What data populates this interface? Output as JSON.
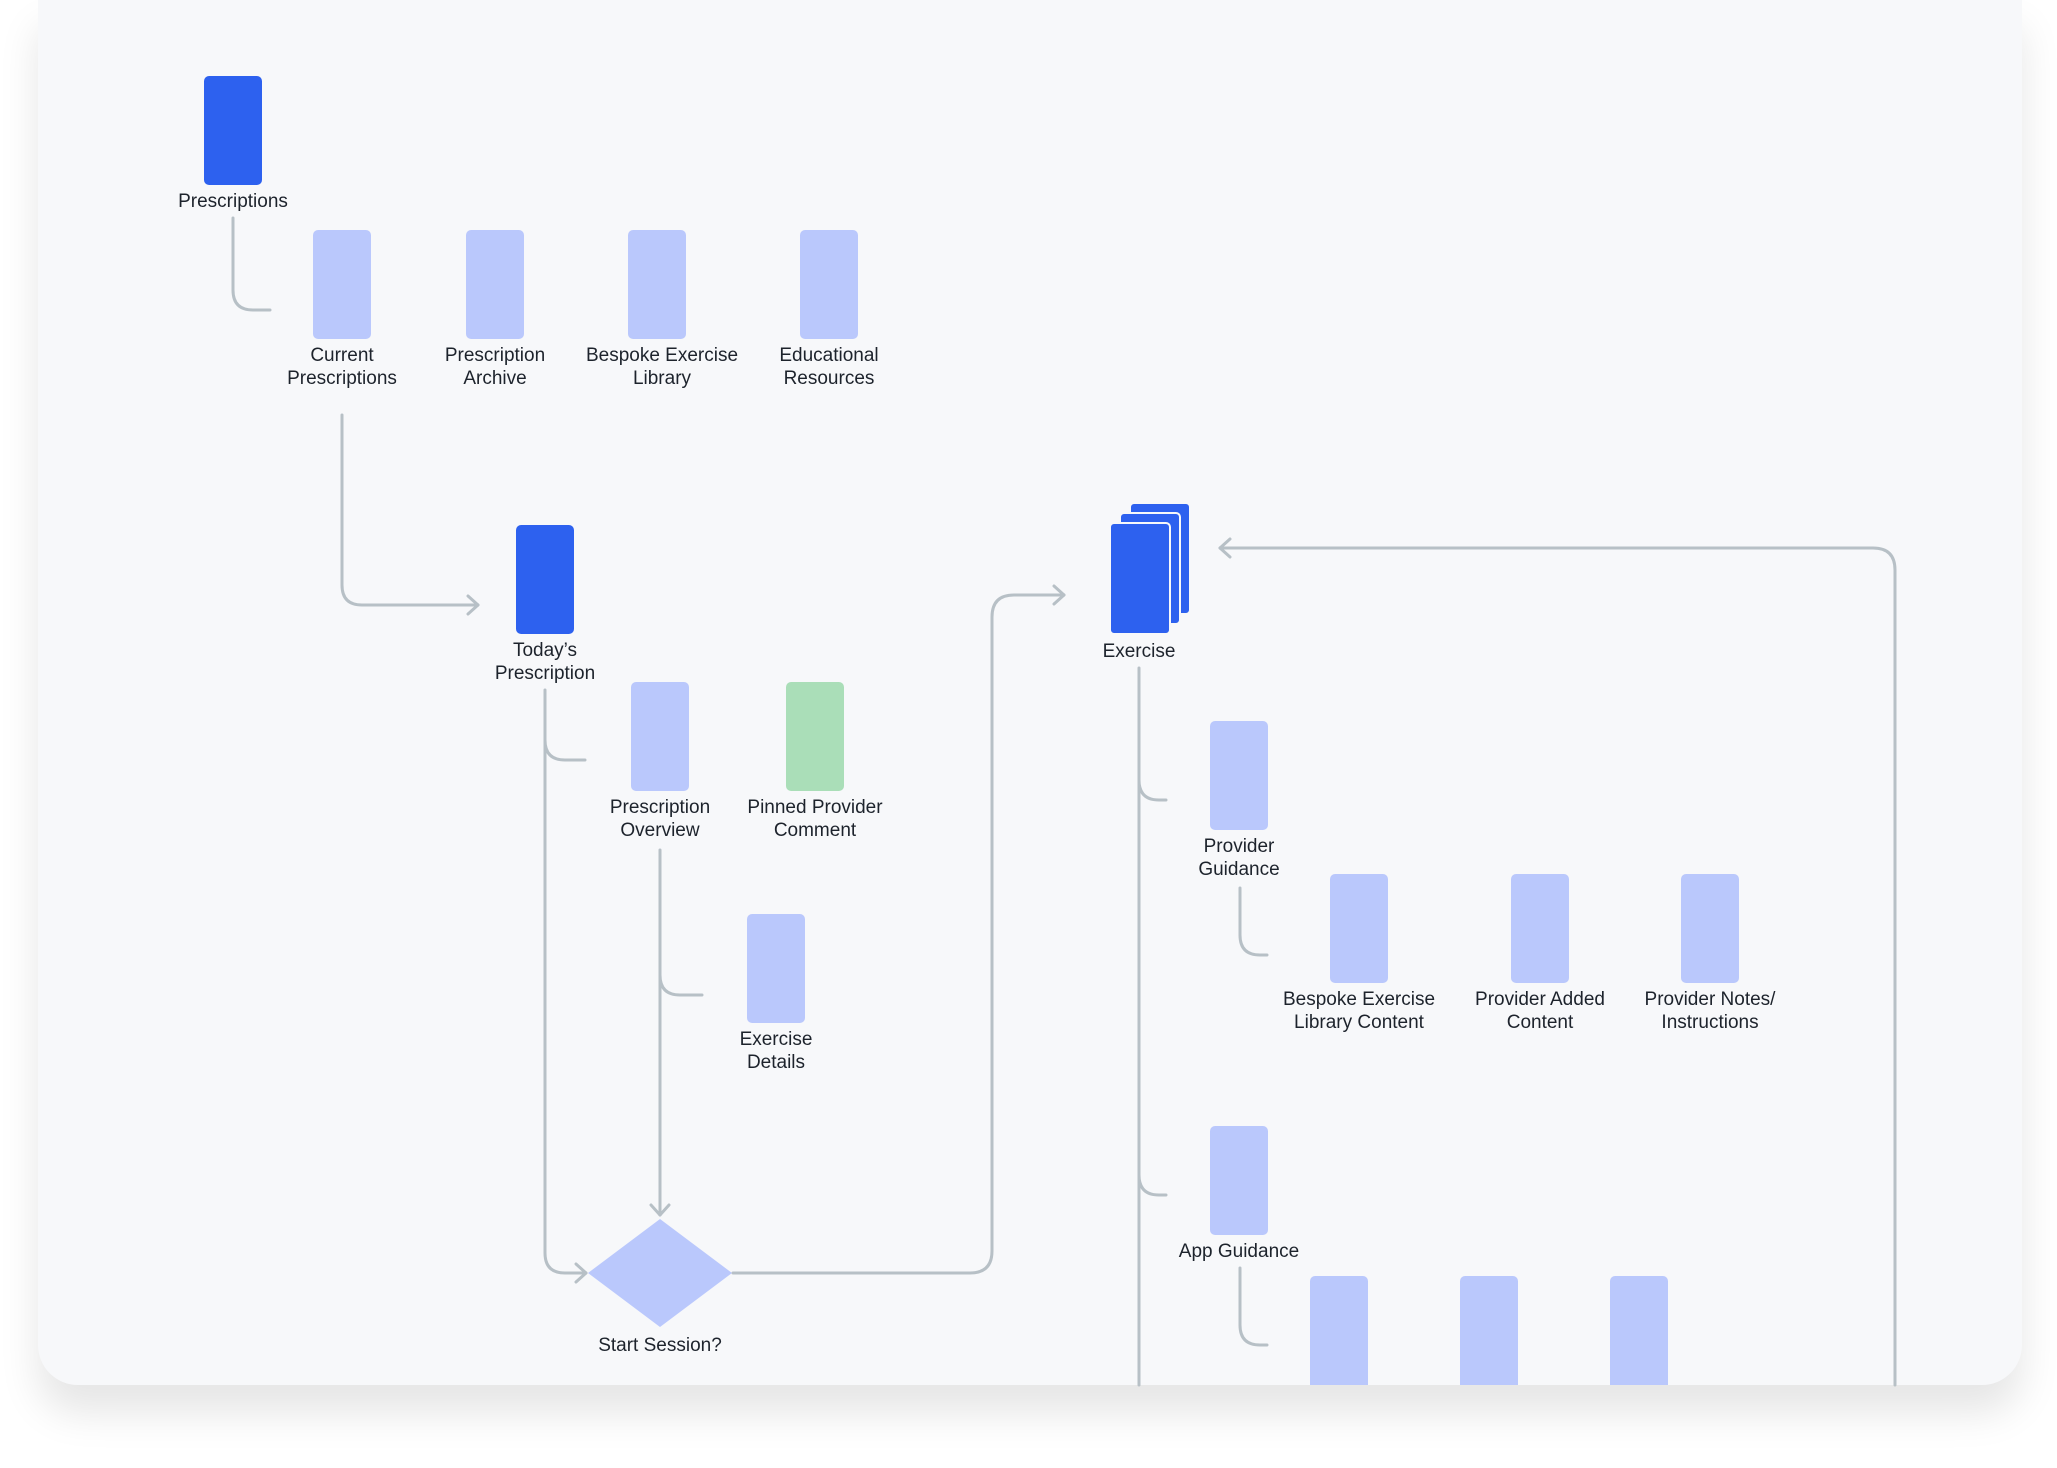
{
  "diagram": {
    "title": "",
    "nodes": {
      "prescriptions": {
        "label": "Prescriptions"
      },
      "current_prescriptions": {
        "label": "Current\nPrescriptions"
      },
      "prescription_archive": {
        "label": "Prescription\nArchive"
      },
      "bespoke_exercise_library": {
        "label": "Bespoke Exercise\nLibrary"
      },
      "educational_resources": {
        "label": "Educational\nResources"
      },
      "todays_prescription": {
        "label": "Today’s\nPrescription"
      },
      "prescription_overview": {
        "label": "Prescription\nOverview"
      },
      "pinned_provider_comment": {
        "label": "Pinned Provider\nComment"
      },
      "exercise_details": {
        "label": "Exercise\nDetails"
      },
      "start_session": {
        "label": "Start Session?"
      },
      "exercise": {
        "label": "Exercise"
      },
      "provider_guidance": {
        "label": "Provider\nGuidance"
      },
      "bespoke_exercise_library_content": {
        "label": "Bespoke Exercise\nLibrary Content"
      },
      "provider_added_content": {
        "label": "Provider Added\nContent"
      },
      "provider_notes_instructions": {
        "label": "Provider Notes/\nInstructions"
      },
      "app_guidance": {
        "label": "App Guidance"
      }
    },
    "colors": {
      "primary": "#2d61ef",
      "secondary": "#bac8fc",
      "pinned": "#aadeb8",
      "connector": "#b7c0c6",
      "text": "#1d232c",
      "background": "#f7f8fa"
    }
  }
}
